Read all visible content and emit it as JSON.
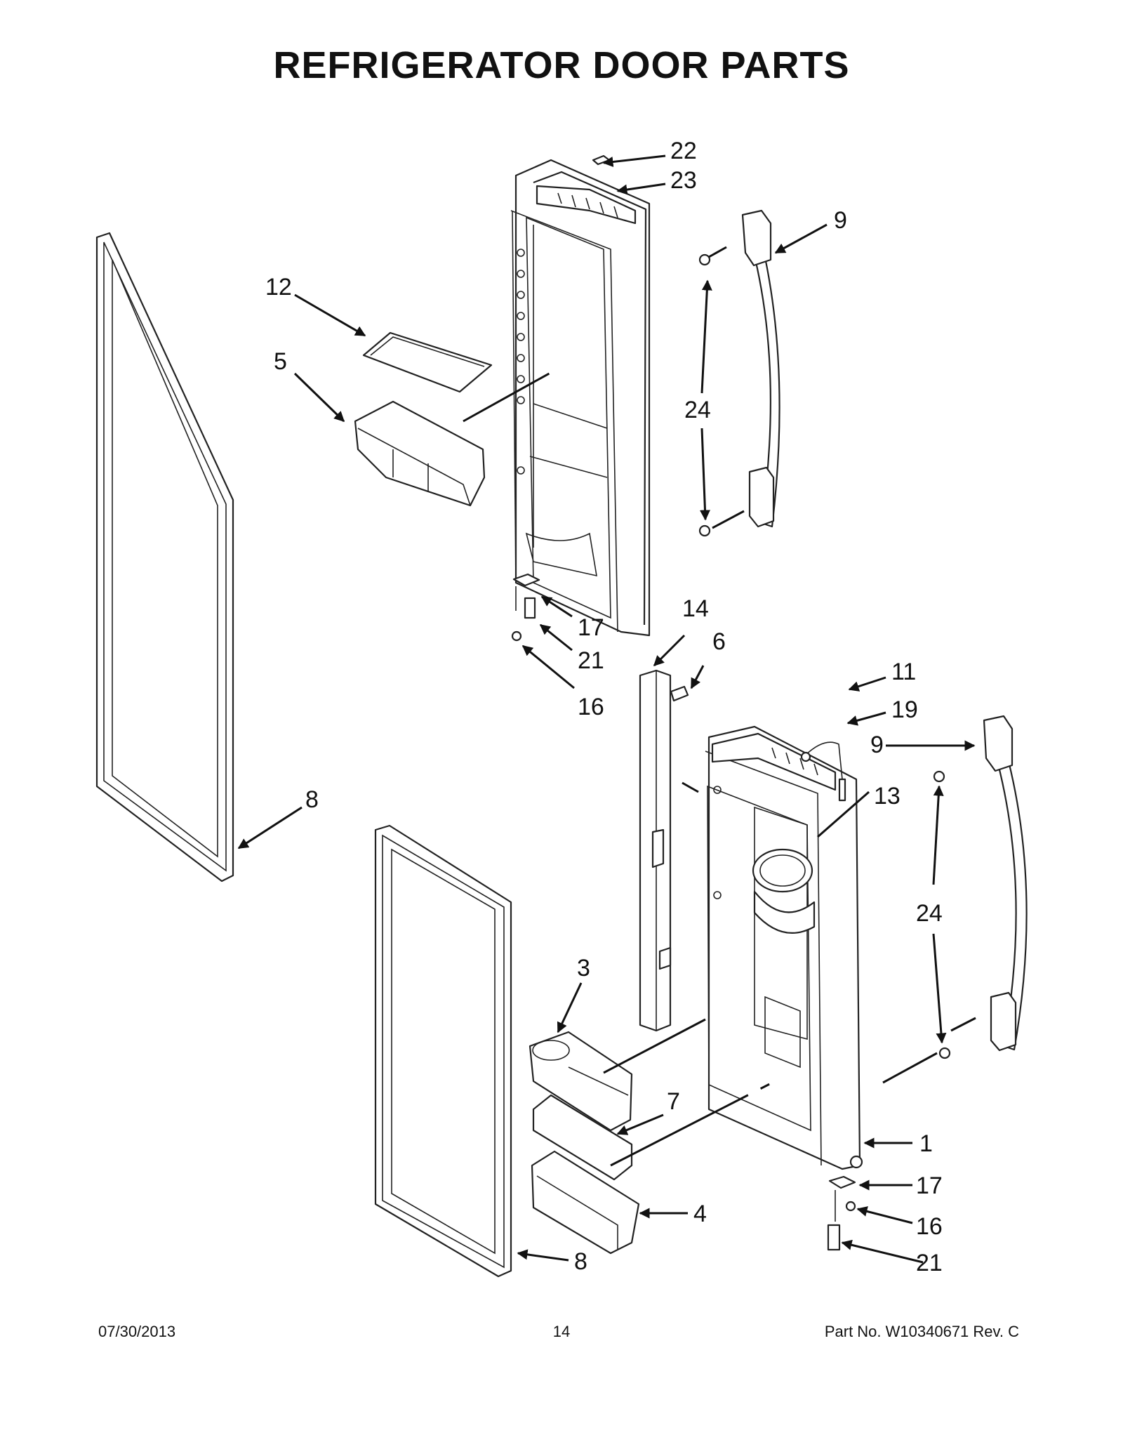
{
  "title": "REFRIGERATOR DOOR PARTS",
  "callouts": {
    "c22": "22",
    "c23": "23",
    "c9a": "9",
    "c12": "12",
    "c5": "5",
    "c24a": "24",
    "c8a": "8",
    "c14": "14",
    "c6": "6",
    "c17a": "17",
    "c21a": "21",
    "c16a": "16",
    "c11": "11",
    "c19": "19",
    "c9b": "9",
    "c13": "13",
    "c24b": "24",
    "c3": "3",
    "c7": "7",
    "c1": "1",
    "c17b": "17",
    "c4": "4",
    "c16b": "16",
    "c8b": "8",
    "c21b": "21"
  },
  "footer": {
    "date": "07/30/2013",
    "page": "14",
    "part_no": "Part No.  W10340671  Rev.  C"
  }
}
